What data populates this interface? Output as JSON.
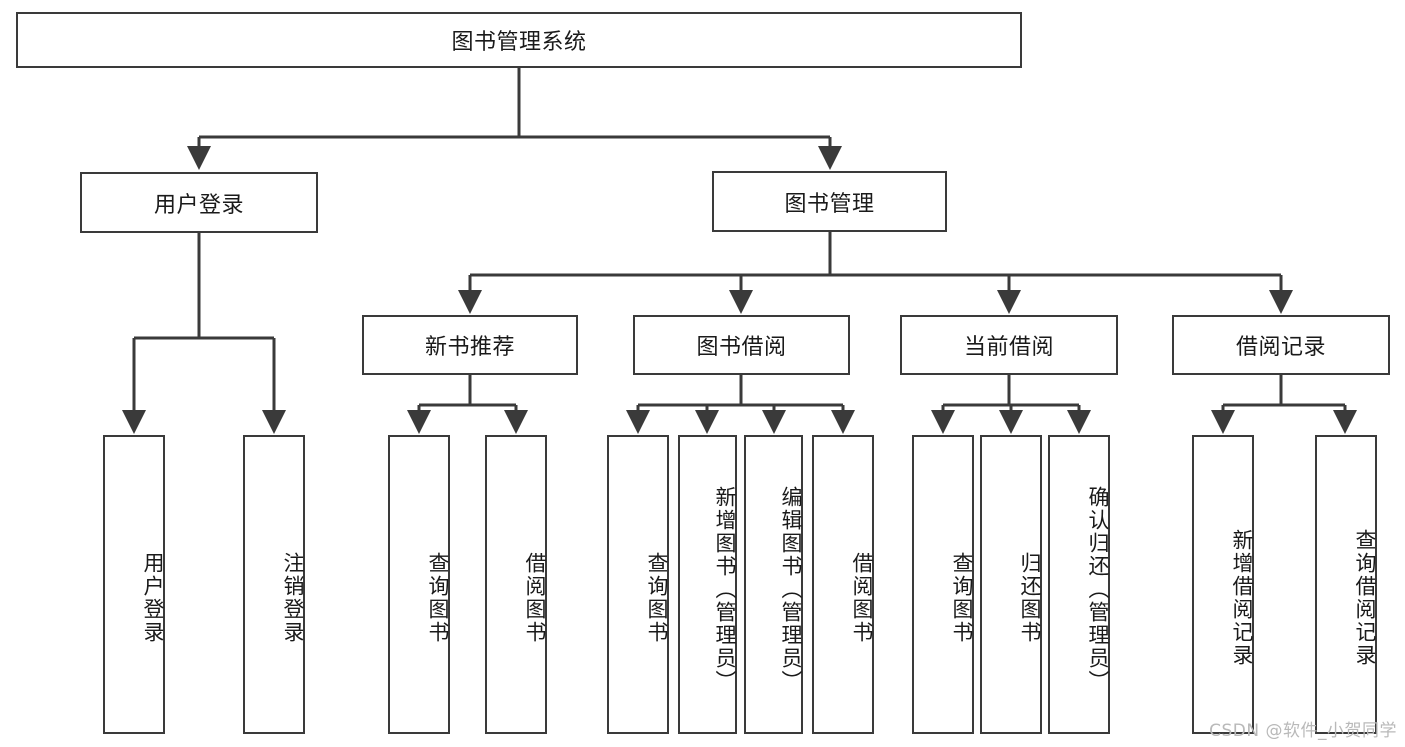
{
  "diagram": {
    "title": "图书管理系统",
    "type": "tree",
    "background_color": "#ffffff",
    "line_color": "#3a3a3a",
    "text_color": "#1a1a1a",
    "root": "图书管理系统",
    "levels": 4
  },
  "root": {
    "label": "图书管理系统"
  },
  "level1": [
    {
      "label": "用户登录"
    },
    {
      "label": "图书管理"
    }
  ],
  "level2": [
    {
      "label": "新书推荐"
    },
    {
      "label": "图书借阅"
    },
    {
      "label": "当前借阅"
    },
    {
      "label": "借阅记录"
    }
  ],
  "leaves": {
    "user_login": [
      {
        "label": "用户登录"
      },
      {
        "label": "注销登录"
      }
    ],
    "new_book": [
      {
        "label": "查询图书"
      },
      {
        "label": "借阅图书"
      }
    ],
    "book_borrow": [
      {
        "label": "查询图书"
      },
      {
        "label": "新增图书（管理员）"
      },
      {
        "label": "编辑图书（管理员）"
      },
      {
        "label": "借阅图书"
      }
    ],
    "current_borrow": [
      {
        "label": "查询图书"
      },
      {
        "label": "归还图书"
      },
      {
        "label": "确认归还（管理员）"
      }
    ],
    "borrow_record": [
      {
        "label": "新增借阅记录"
      },
      {
        "label": "查询借阅记录"
      }
    ]
  },
  "watermark": {
    "text": "CSDN @软件_小贺同学"
  }
}
